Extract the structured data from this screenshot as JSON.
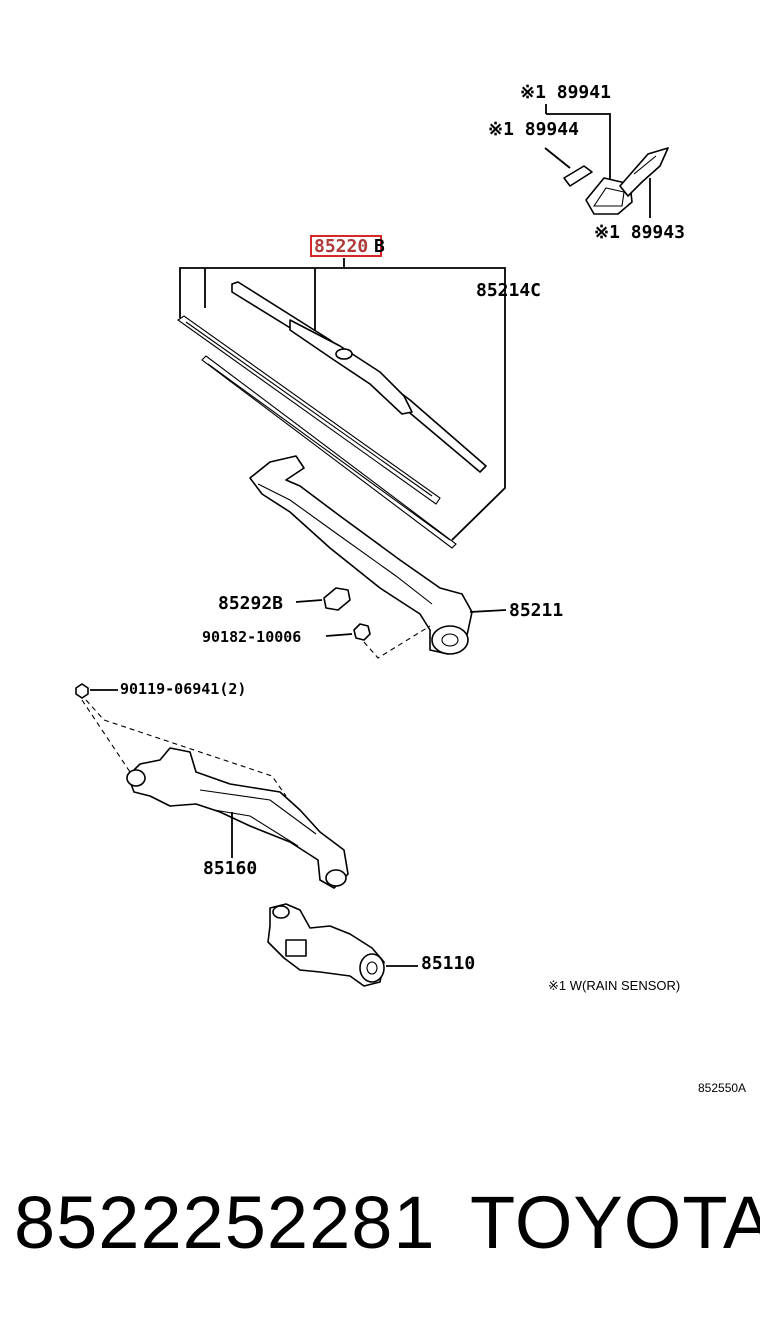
{
  "diagram": {
    "parts": {
      "p89941": "※1 89941",
      "p89944": "※1 89944",
      "p89943": "※1 89943",
      "p85220": "85220",
      "p85220_suffix": "B",
      "p85214": "85214C",
      "p85292": "85292B",
      "p85211": "85211",
      "p90182": "90182-10006",
      "p90119": "90119-06941(2)",
      "p85160": "85160",
      "p85110": "85110"
    },
    "note": "※1 W(RAIN SENSOR)",
    "ref_code": "852550A",
    "highlight_color": "#d62828"
  },
  "footer": {
    "part_number": "8522252281",
    "brand": "TOYOTA"
  }
}
